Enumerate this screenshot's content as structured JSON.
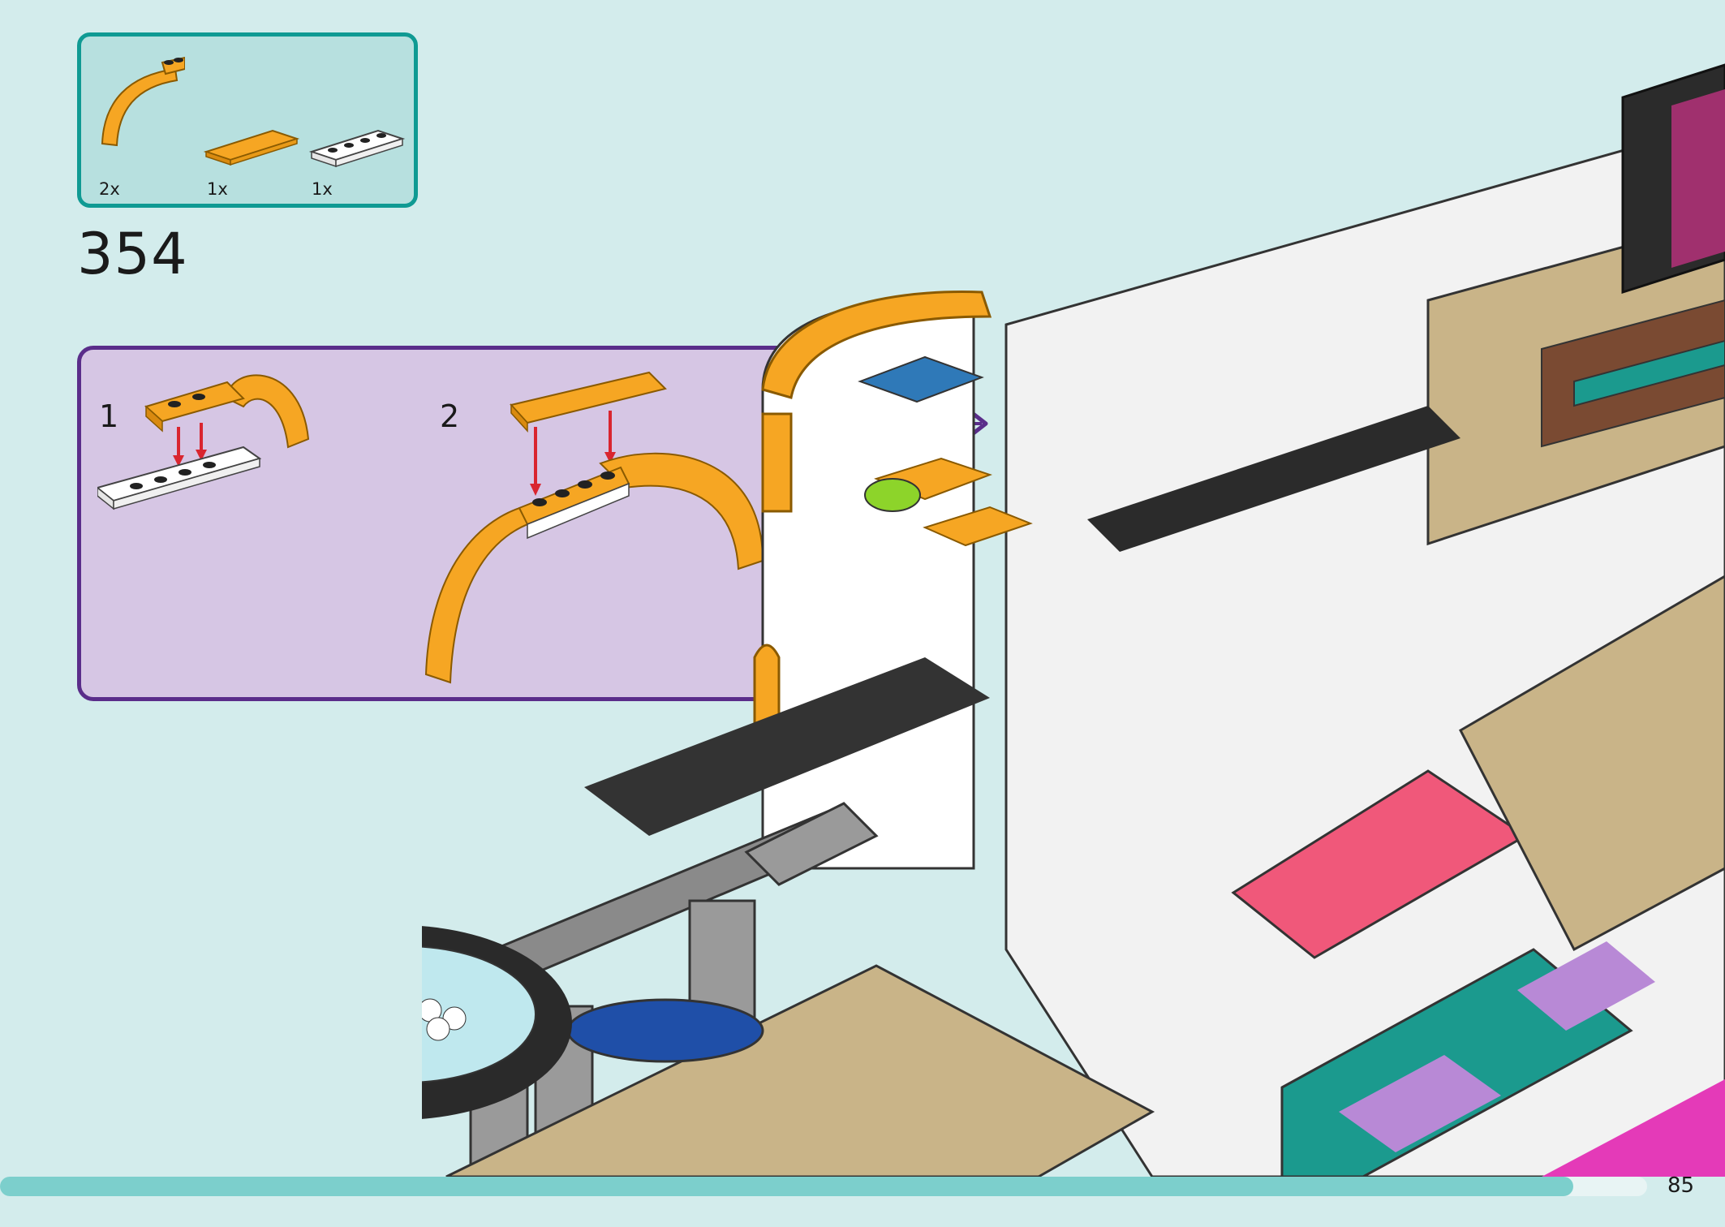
{
  "step": {
    "number": "354"
  },
  "parts": [
    {
      "qty": "2x",
      "name": "orange-curved-arch-icon",
      "color": "#f6a623"
    },
    {
      "qty": "1x",
      "name": "orange-tile-1x4-icon",
      "color": "#f6a623"
    },
    {
      "qty": "1x",
      "name": "white-plate-1x4-icon",
      "color": "#ffffff"
    }
  ],
  "substeps": [
    {
      "label": "1"
    },
    {
      "label": "2"
    }
  ],
  "page": {
    "number": "85",
    "progress": 0.955
  },
  "colors": {
    "background": "#d3ecec",
    "parts_border": "#0f9a93",
    "substep_border": "#5a2d8a",
    "substep_fill": "#d6c6e4",
    "arrow": "#5a2d8a",
    "brick_orange": "#f6a623",
    "placement_arrow": "#d9252f",
    "progress": "#7ccfcc"
  }
}
